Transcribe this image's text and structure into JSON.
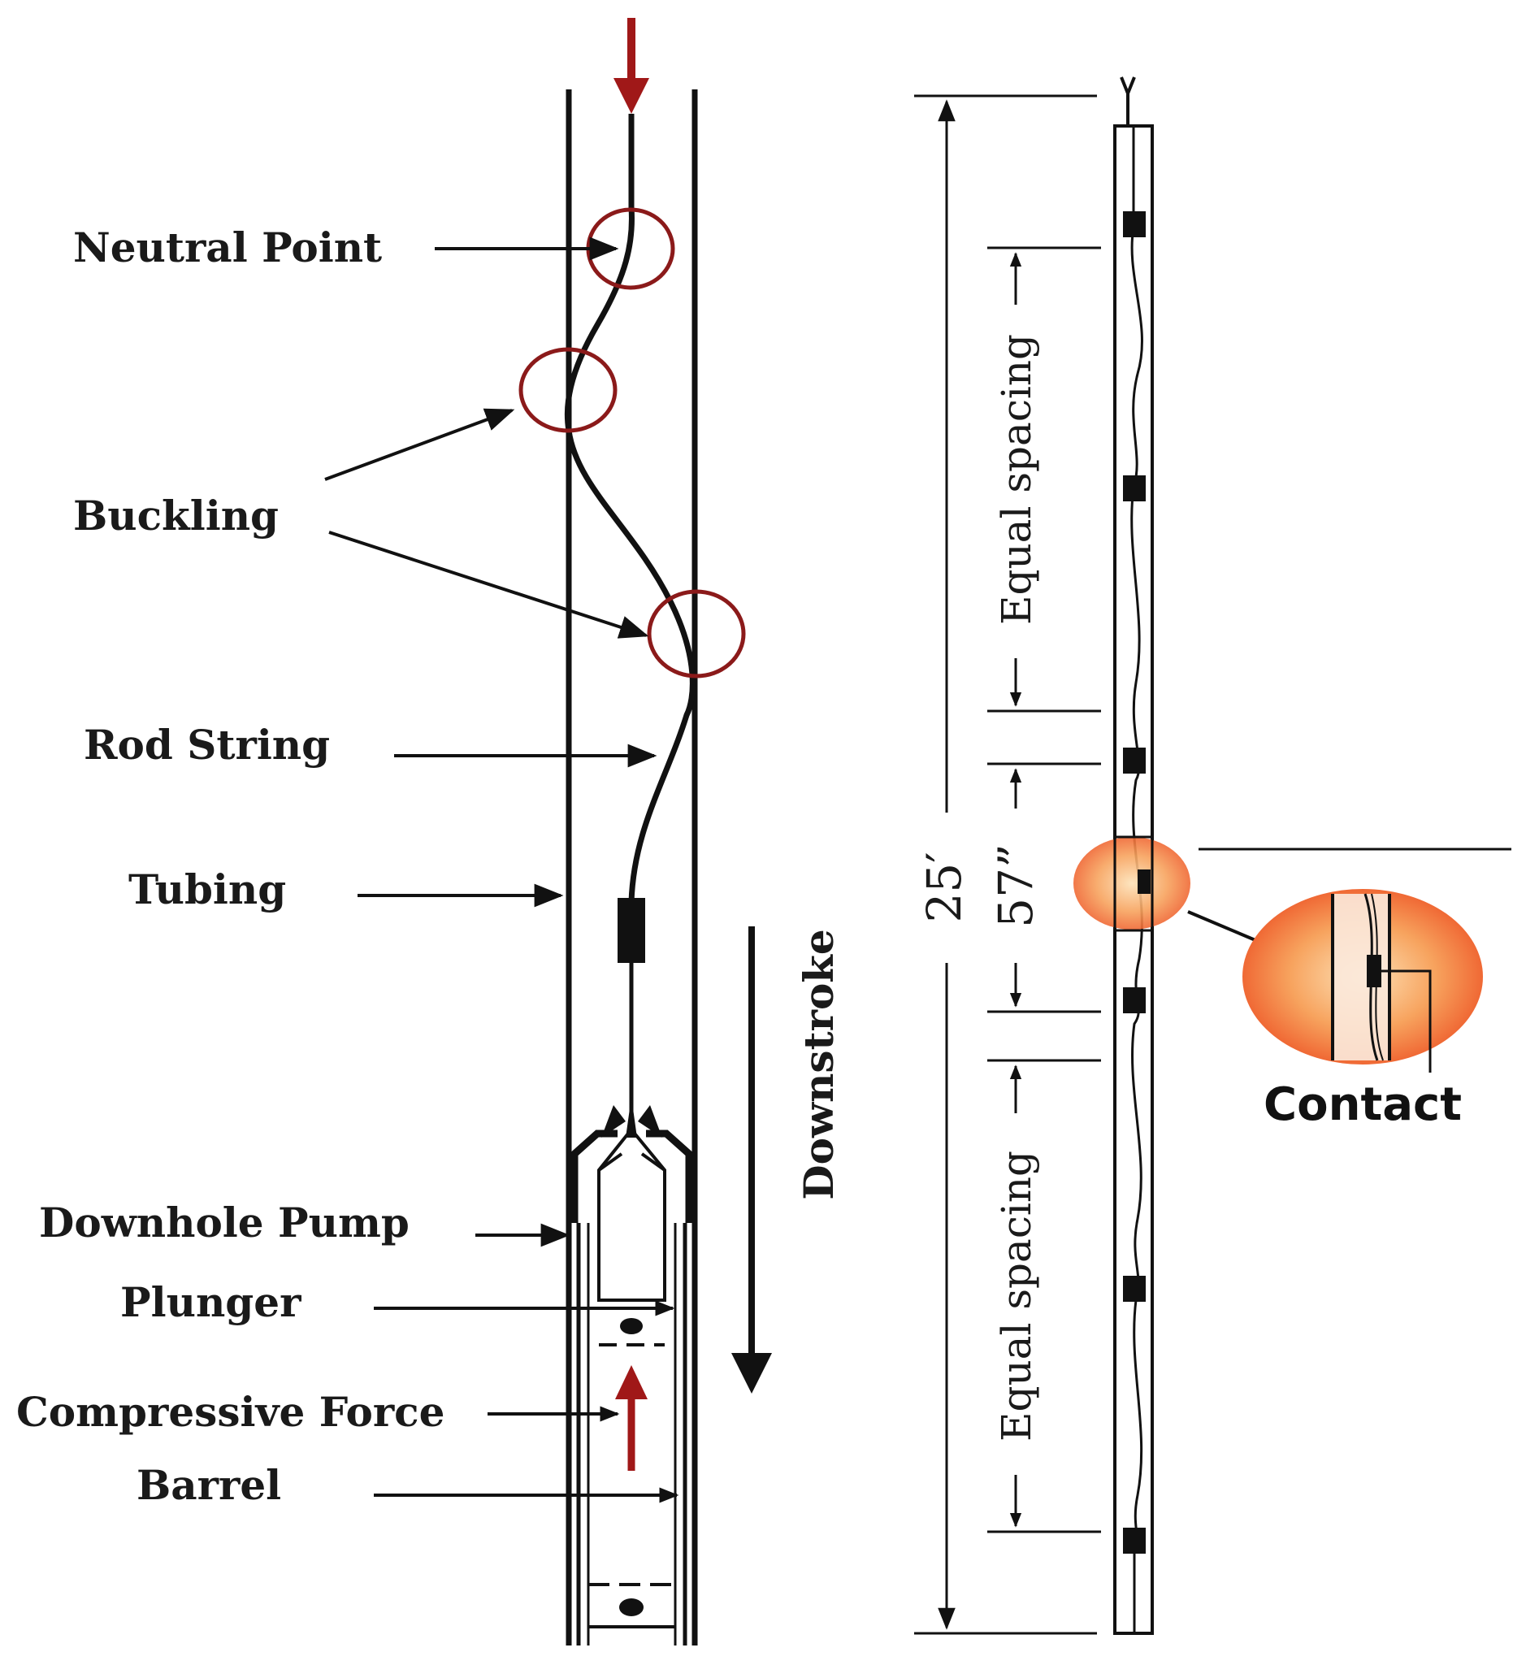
{
  "labels": {
    "neutral_point": "Neutral Point",
    "buckling": "Buckling",
    "rod_string": "Rod String",
    "tubing": "Tubing",
    "downhole_pump": "Downhole Pump",
    "plunger": "Plunger",
    "compressive_force": "Compressive Force",
    "barrel": "Barrel",
    "downstroke": "Downstroke"
  },
  "right": {
    "length_total": "25′",
    "spacing_mid": "57”",
    "equal_spacing_top": "Equal spacing",
    "equal_spacing_bottom": "Equal spacing",
    "contact": "Contact"
  },
  "colors": {
    "line": "#111111",
    "force_arrow": "#a01818",
    "highlight_circle": "#8b1a1a",
    "contact_fill_outer": "#f26b3a",
    "contact_fill_inner": "#fbd9a8"
  }
}
